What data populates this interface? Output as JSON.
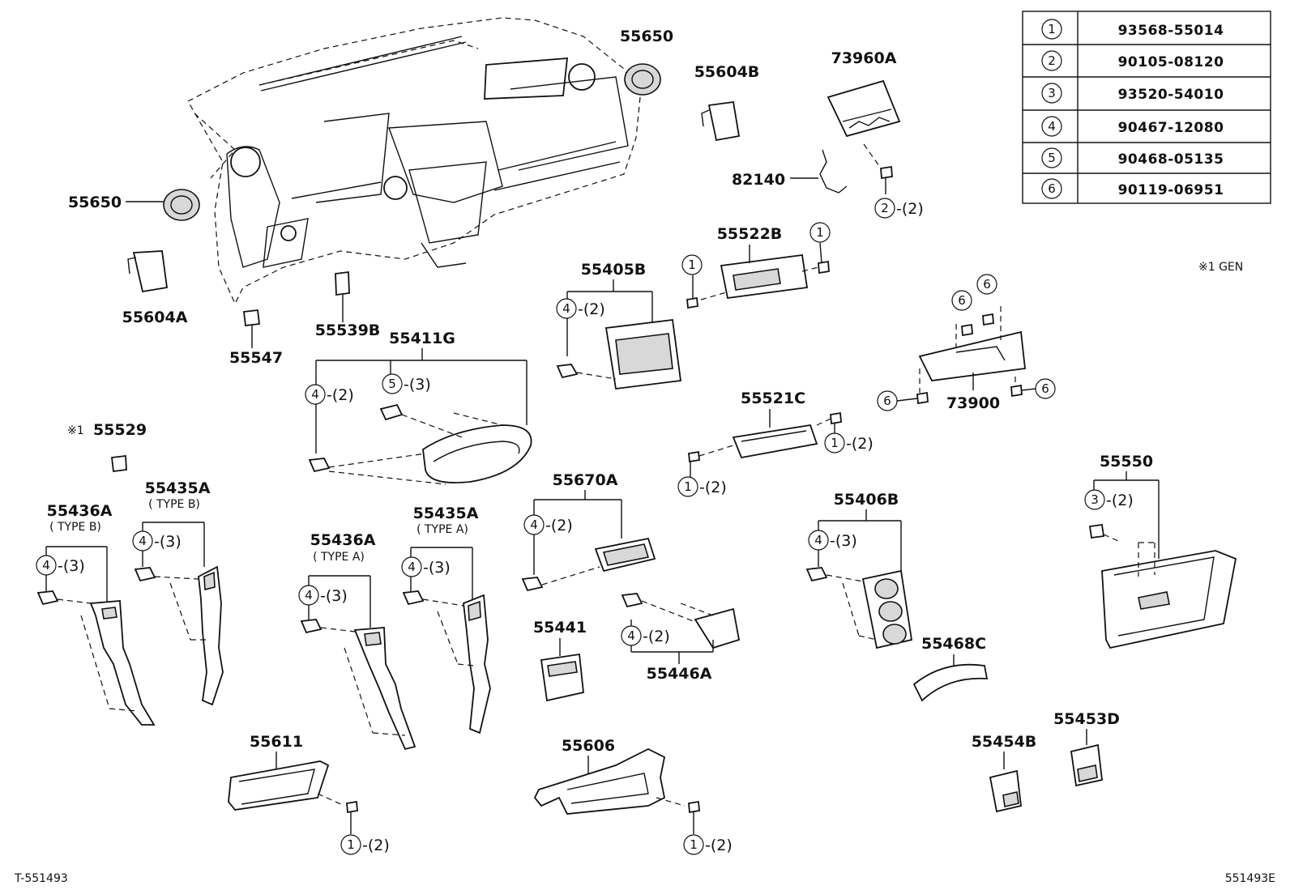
{
  "parts_table": [
    {
      "ref": "1",
      "part_no": "93568-55014"
    },
    {
      "ref": "2",
      "part_no": "90105-08120"
    },
    {
      "ref": "3",
      "part_no": "93520-54010"
    },
    {
      "ref": "4",
      "part_no": "90467-12080"
    },
    {
      "ref": "5",
      "part_no": "90468-05135"
    },
    {
      "ref": "6",
      "part_no": "90119-06951"
    }
  ],
  "note_gen": "※1 GEN",
  "labels": {
    "p55650_top": "55650",
    "p55650_left": "55650",
    "p55604B": "55604B",
    "p73960A": "73960A",
    "p82140": "82140",
    "p55604A": "55604A",
    "p55547": "55547",
    "p55539B": "55539B",
    "p55411G": "55411G",
    "p55405B": "55405B",
    "p55522B": "55522B",
    "p73900": "73900",
    "p55521C": "55521C",
    "p55529": "55529",
    "p55529_mark": "※1",
    "p55436A_b": "55436A",
    "p55436A_b_type": "( TYPE B)",
    "p55435A_b": "55435A",
    "p55435A_b_type": "( TYPE B)",
    "p55436A_a": "55436A",
    "p55436A_a_type": "( TYPE A)",
    "p55435A_a": "55435A",
    "p55435A_a_type": "( TYPE A)",
    "p55670A": "55670A",
    "p55441": "55441",
    "p55446A": "55446A",
    "p55406B": "55406B",
    "p55550": "55550",
    "p55468C": "55468C",
    "p55611": "55611",
    "p55606": "55606",
    "p55454B": "55454B",
    "p55453D": "55453D"
  },
  "callouts": {
    "c2_73960A": {
      "ref": "2",
      "qty": "-(2)"
    },
    "c4_55405B": {
      "ref": "4",
      "qty": "-(2)"
    },
    "c1_55522B_left": {
      "ref": "1"
    },
    "c1_55522B_right": {
      "ref": "1"
    },
    "c4_55411G": {
      "ref": "4",
      "qty": "-(2)"
    },
    "c5_55411G": {
      "ref": "5",
      "qty": "-(3)"
    },
    "c1_55521C_right": {
      "ref": "1",
      "qty": "-(2)"
    },
    "c1_55521C_left": {
      "ref": "1",
      "qty": "-(2)"
    },
    "c6_a": {
      "ref": "6"
    },
    "c6_b": {
      "ref": "6"
    },
    "c6_c": {
      "ref": "6"
    },
    "c6_d": {
      "ref": "6"
    },
    "c4_55436A_b": {
      "ref": "4",
      "qty": "-(3)"
    },
    "c4_55435A_b": {
      "ref": "4",
      "qty": "-(3)"
    },
    "c4_55436A_a": {
      "ref": "4",
      "qty": "-(3)"
    },
    "c4_55435A_a": {
      "ref": "4",
      "qty": "-(3)"
    },
    "c4_55670A": {
      "ref": "4",
      "qty": "-(2)"
    },
    "c4_55446A": {
      "ref": "4",
      "qty": "-(2)"
    },
    "c4_55406B": {
      "ref": "4",
      "qty": "-(3)"
    },
    "c3_55550": {
      "ref": "3",
      "qty": "-(2)"
    },
    "c1_55611": {
      "ref": "1",
      "qty": "-(2)"
    },
    "c1_55606": {
      "ref": "1",
      "qty": "-(2)"
    }
  },
  "footer": {
    "left_code": "T-551493",
    "right_code": "551493E"
  }
}
